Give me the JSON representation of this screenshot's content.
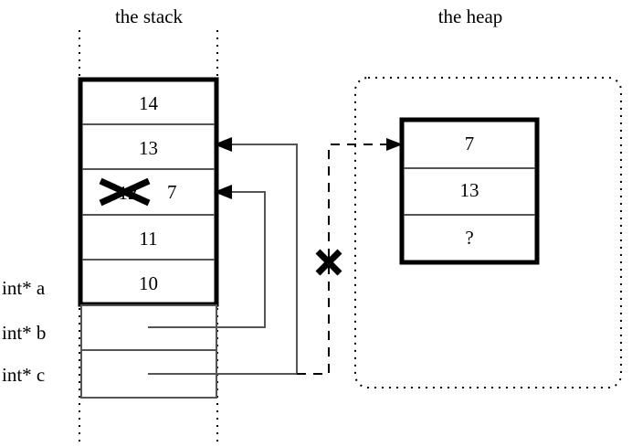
{
  "diagram": {
    "title_stack": "the stack",
    "title_heap": "the heap",
    "colors": {
      "ink": "#000000",
      "thin_line": "#555555",
      "background": "#ffffff"
    }
  },
  "stack": {
    "label": "the stack",
    "allocated_cells": [
      {
        "value": "14"
      },
      {
        "value": "13"
      },
      {
        "value": "12",
        "struck_out": true,
        "replacement": "7"
      },
      {
        "value": "11"
      },
      {
        "value": "10"
      }
    ],
    "pointer_rows": [
      {
        "label": "int* a",
        "value": ""
      },
      {
        "label": "int* b",
        "value": ""
      },
      {
        "label": "int* c",
        "value": ""
      }
    ],
    "variables": {
      "a": "int* a",
      "b": "int* b",
      "c": "int* c"
    }
  },
  "heap": {
    "label": "the heap",
    "cells": [
      {
        "value": "7"
      },
      {
        "value": "13"
      },
      {
        "value": "?"
      }
    ]
  },
  "annotations": {
    "struck_value": "12",
    "new_value": "7",
    "unknown_value": "?",
    "invalid_pointer_marker": "X",
    "struck_cell_marker": "X"
  }
}
